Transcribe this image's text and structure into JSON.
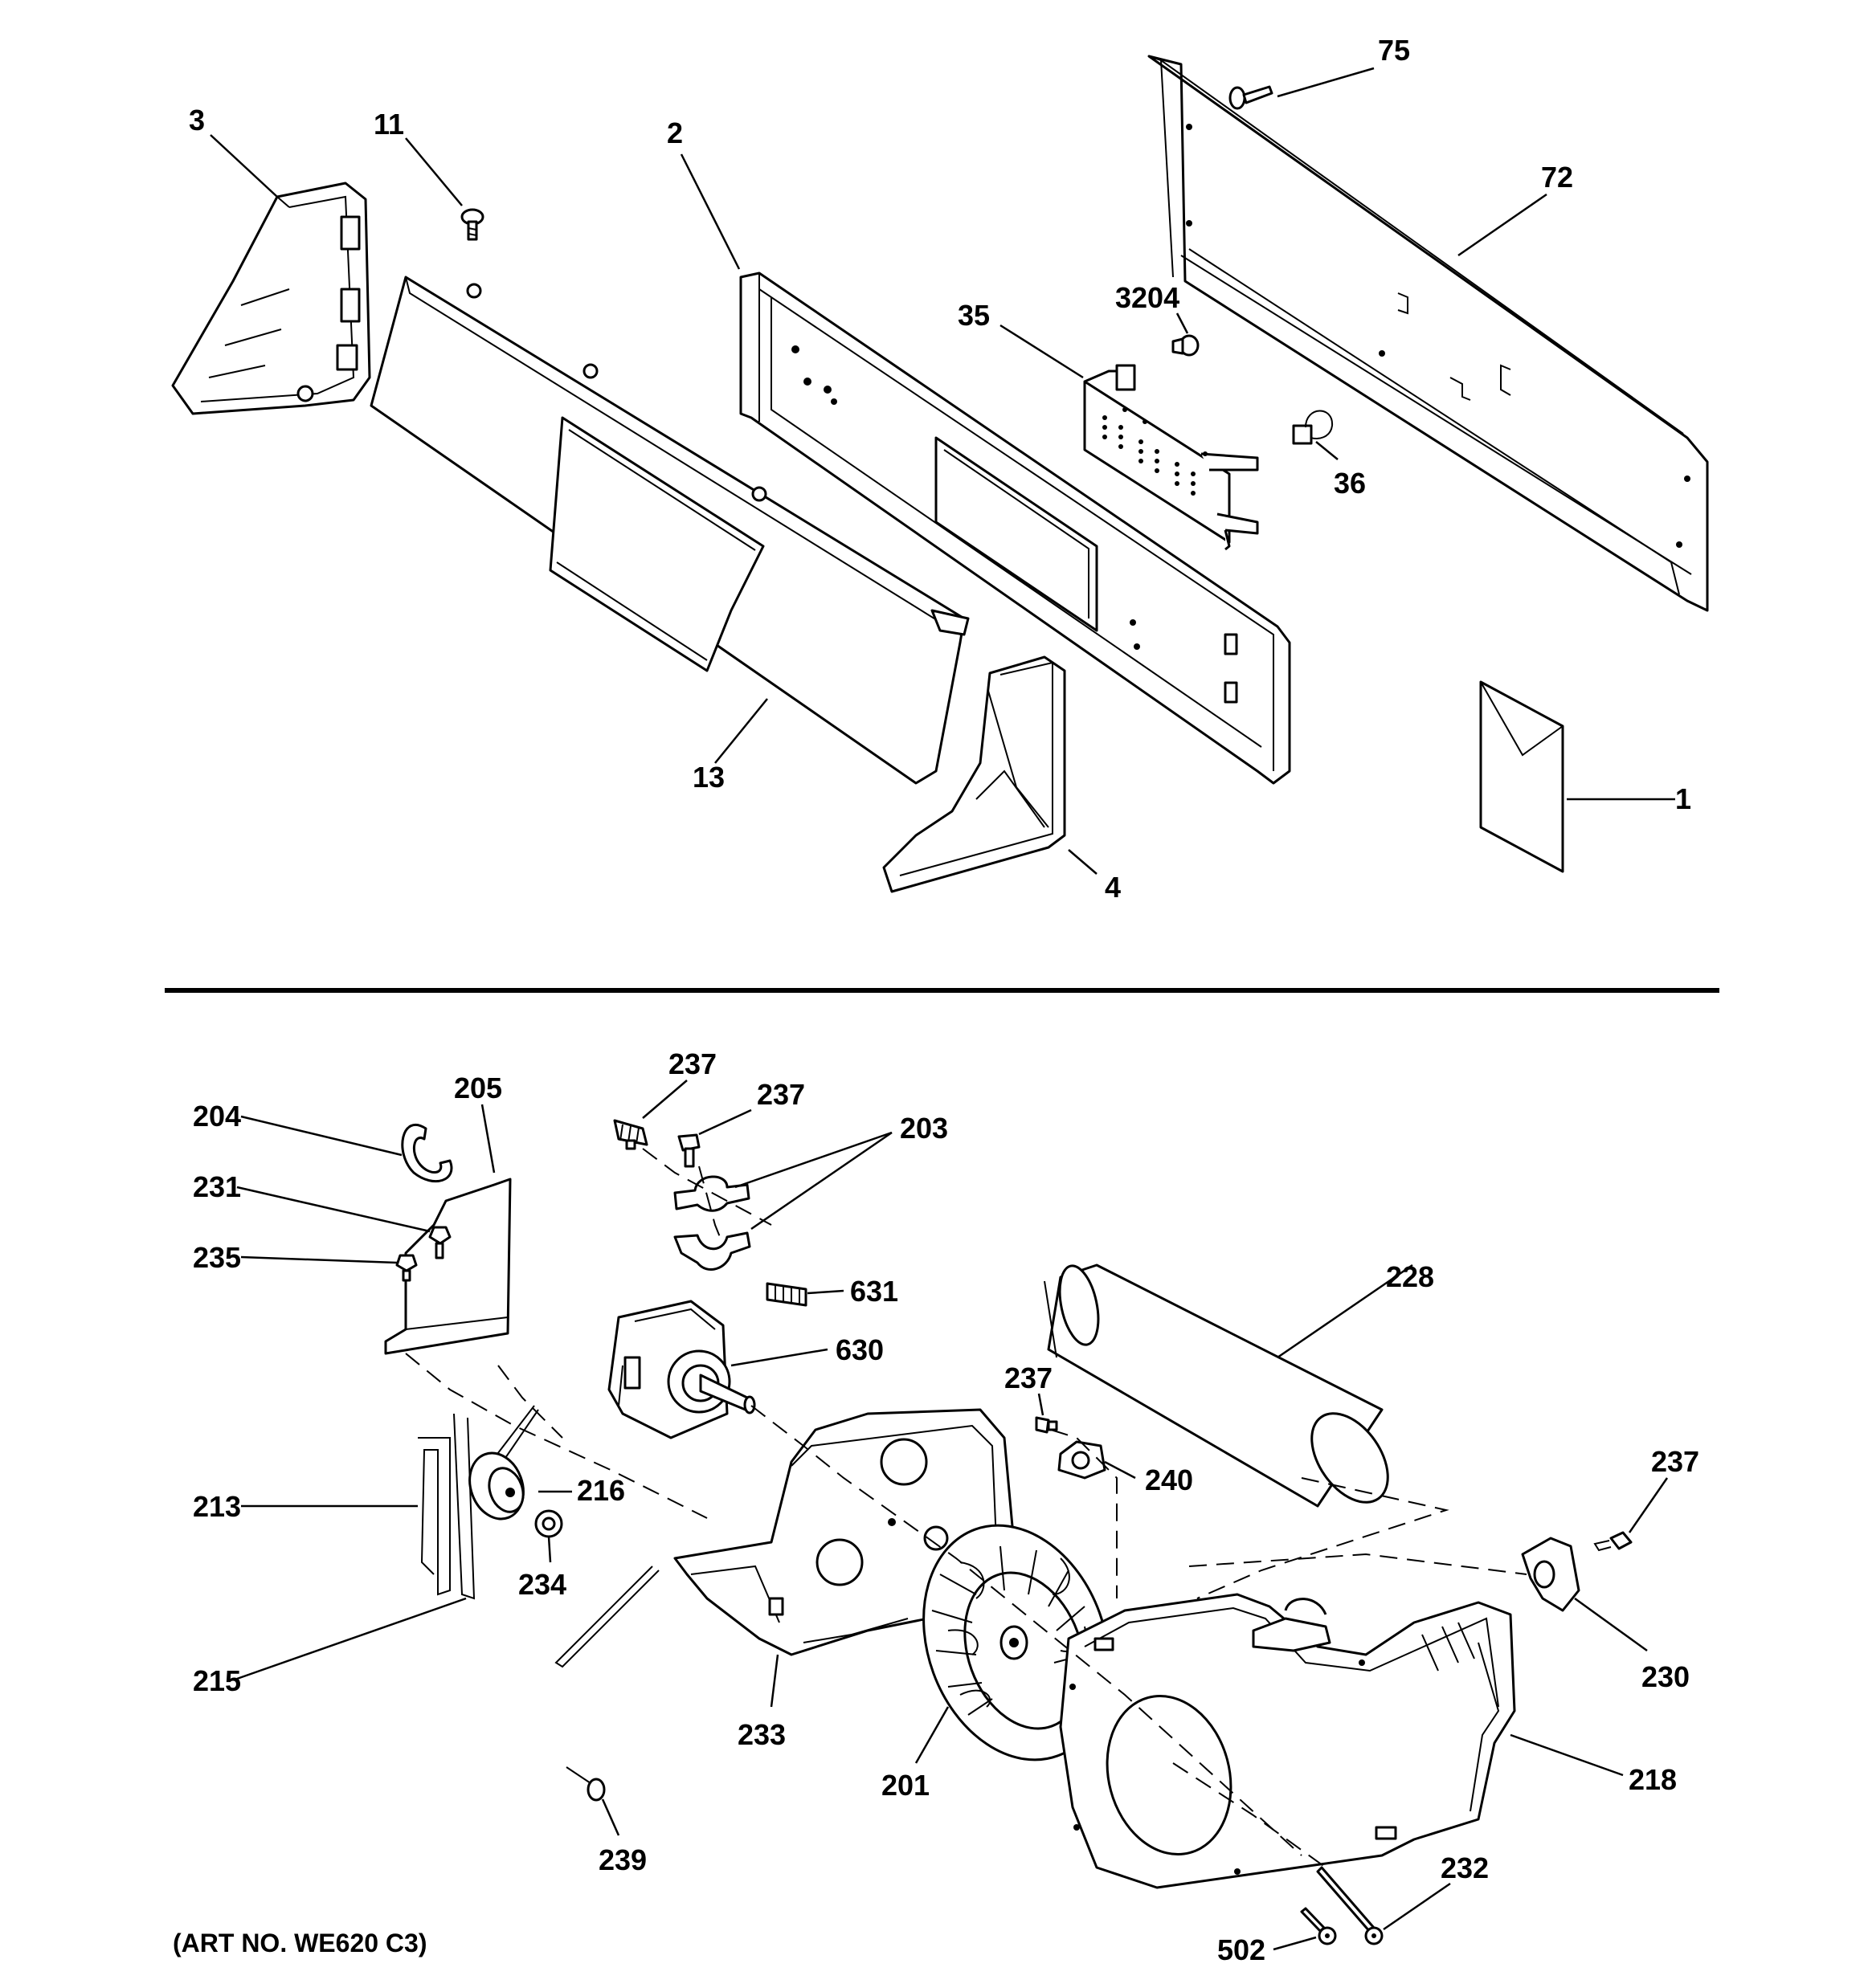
{
  "caption": "(ART NO. WE620 C3)",
  "top_labels": {
    "p3": "3",
    "p11": "11",
    "p2": "2",
    "p75": "75",
    "p72": "72",
    "p3204": "3204",
    "p35": "35",
    "p36": "36",
    "p13": "13",
    "p1": "1",
    "p4": "4"
  },
  "bottom_labels": {
    "p237a": "237",
    "p237b": "237",
    "p205": "205",
    "p204": "204",
    "p203": "203",
    "p231": "231",
    "p235": "235",
    "p631": "631",
    "p228": "228",
    "p630": "630",
    "p237c": "237",
    "p240": "240",
    "p237d": "237",
    "p213": "213",
    "p216": "216",
    "p234": "234",
    "p230": "230",
    "p215": "215",
    "p233": "233",
    "p218": "218",
    "p201": "201",
    "p239": "239",
    "p232": "232",
    "p502": "502"
  }
}
